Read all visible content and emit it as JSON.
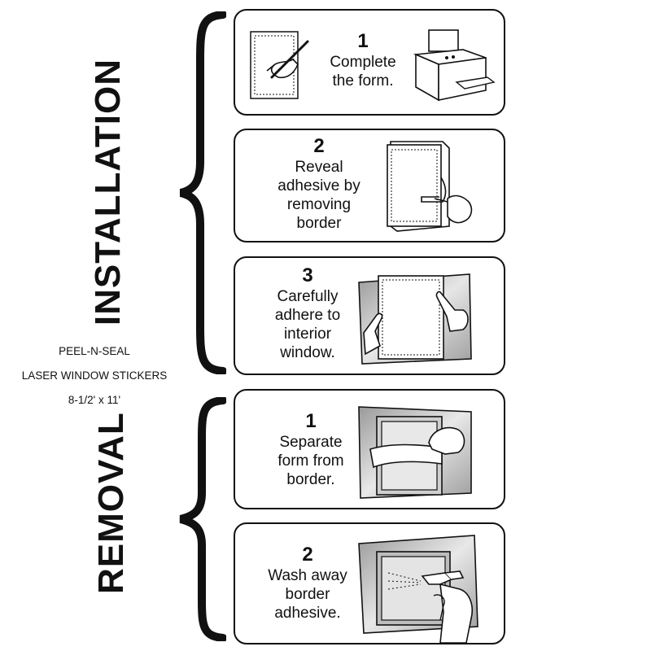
{
  "caption": {
    "line1": "PEEL-N-SEAL",
    "line2": "LASER WINDOW STICKERS",
    "line3": "8-1/2' x 11'"
  },
  "sections": {
    "installation": "INSTALLATION",
    "removal": "REMOVAL"
  },
  "installation_steps": [
    {
      "number": "1",
      "lines": [
        "Complete",
        "the form."
      ]
    },
    {
      "number": "2",
      "lines": [
        "Reveal",
        "adhesive by",
        "removing",
        "border"
      ]
    },
    {
      "number": "3",
      "lines": [
        "Carefully",
        "adhere to",
        "interior",
        "window."
      ]
    }
  ],
  "removal_steps": [
    {
      "number": "1",
      "lines": [
        "Separate",
        "form from",
        "border."
      ]
    },
    {
      "number": "2",
      "lines": [
        "Wash away",
        "border",
        "adhesive."
      ]
    }
  ],
  "icons": [
    "pen-writing-on-form-icon",
    "printer-icon",
    "peeling-border-hand-icon",
    "hands-on-window-icon",
    "separate-form-hand-icon",
    "spray-bottle-icon"
  ]
}
